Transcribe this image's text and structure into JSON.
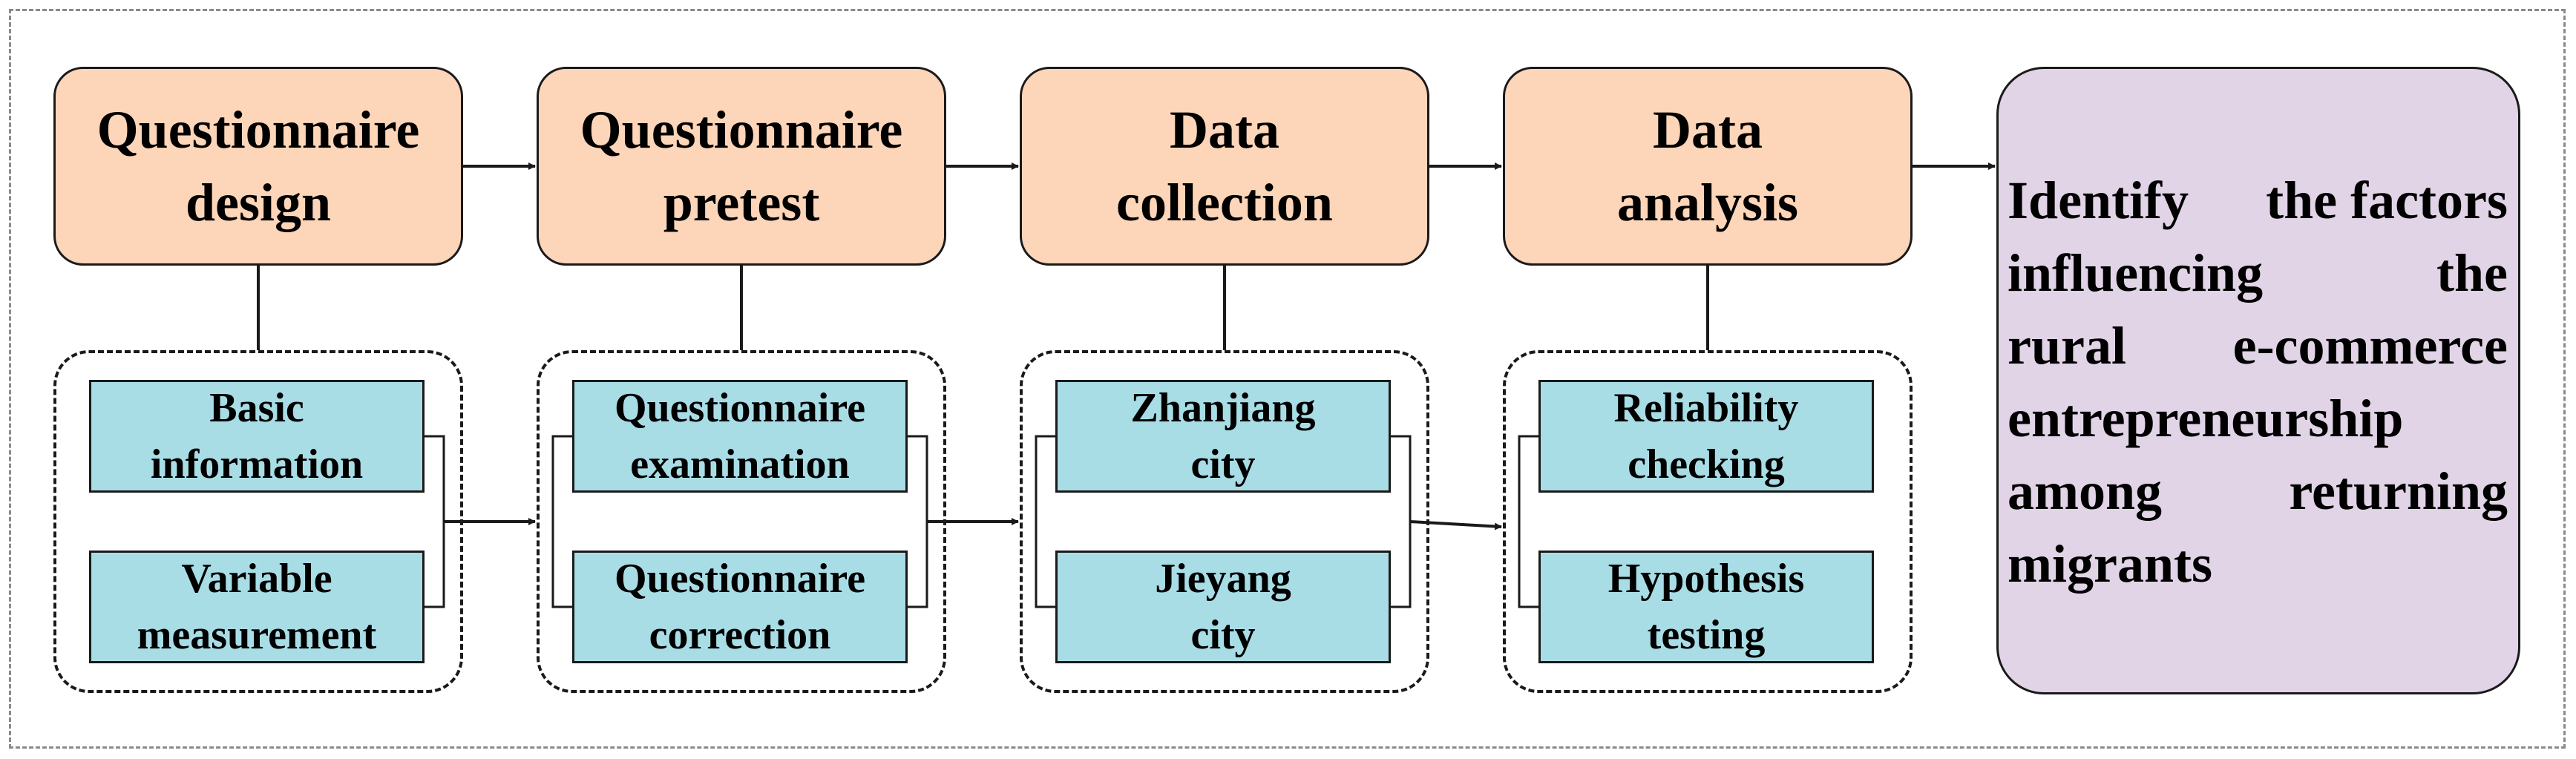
{
  "stages": [
    {
      "lines": [
        "Questionnaire",
        "design"
      ]
    },
    {
      "lines": [
        "Questionnaire",
        "pretest"
      ]
    },
    {
      "lines": [
        "Data",
        "collection"
      ]
    },
    {
      "lines": [
        "Data",
        "analysis"
      ]
    }
  ],
  "groups": [
    {
      "items": [
        {
          "lines": [
            "Basic",
            "information"
          ]
        },
        {
          "lines": [
            "Variable",
            "measurement"
          ]
        }
      ]
    },
    {
      "items": [
        {
          "lines": [
            "Questionnaire",
            "examination"
          ]
        },
        {
          "lines": [
            "Questionnaire",
            "correction"
          ]
        }
      ]
    },
    {
      "items": [
        {
          "lines": [
            "Zhanjiang",
            "city"
          ]
        },
        {
          "lines": [
            "Jieyang",
            "city"
          ]
        }
      ]
    },
    {
      "items": [
        {
          "lines": [
            "Reliability",
            "checking"
          ]
        },
        {
          "lines": [
            "Hypothesis",
            "testing"
          ]
        }
      ]
    }
  ],
  "result": {
    "lines": [
      [
        "Identify",
        "the factors"
      ],
      [
        "influencing",
        "the"
      ],
      [
        "rural",
        "e-commerce"
      ],
      [
        "entrepreneurship"
      ],
      [
        "among",
        "returning"
      ],
      [
        "migrants"
      ]
    ]
  },
  "colors": {
    "stage_fill": "#fdd5b8",
    "sub_fill": "#a8dde6",
    "result_fill": "#e0d4e6",
    "stroke": "#1a1a1a"
  }
}
